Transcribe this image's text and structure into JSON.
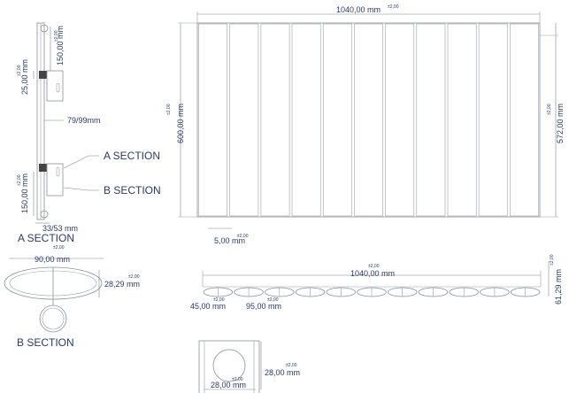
{
  "labels": {
    "a_section_pointer": "A SECTION",
    "b_section_pointer": "B SECTION",
    "a_section_title": "A SECTION",
    "b_section_title": "B SECTION"
  },
  "dimensions": {
    "tolerance": "±2,00",
    "side_top_150": "150,00 mm",
    "side_25": "25,00 mm",
    "side_offset": "79/99mm",
    "side_bottom_150": "150,00 mm",
    "side_bottom_width": "33/53 mm",
    "front_width": "1040,00 mm",
    "front_height": "600,00 mm",
    "front_inner_height": "572,00 mm",
    "front_gap": "5,00 mm",
    "a_section_width": "90,00 mm",
    "a_section_height": "28,29 mm",
    "plan_width": "1040,00 mm",
    "plan_tube_width": "45,00 mm",
    "plan_pitch": "95,00 mm",
    "plan_depth": "61,29 mm",
    "b_section_width": "28,00 mm",
    "b_section_height": "28,00 mm"
  },
  "counts": {
    "front_panels": 11,
    "plan_tubes": 11
  },
  "colors": {
    "line": "#8a8f9a",
    "text": "#2a3a66",
    "bracket_dark": "#444444"
  }
}
